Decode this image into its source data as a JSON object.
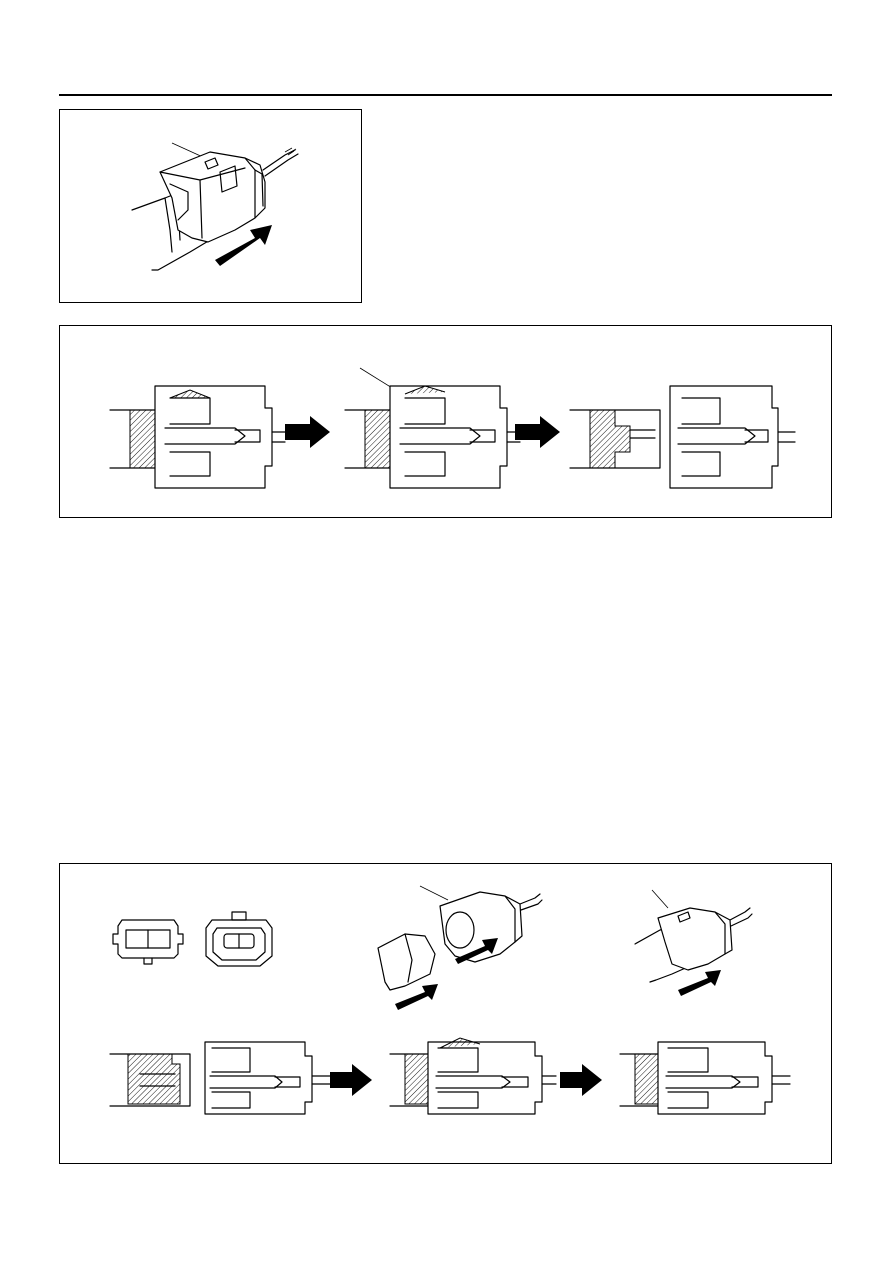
{
  "page": {
    "header_rule": "top-rule"
  },
  "figures": [
    {
      "id": "fig1",
      "content": "connector-disconnect-perspective"
    },
    {
      "id": "fig2",
      "content": "connector-lock-release-sequence"
    },
    {
      "id": "fig3",
      "content": "connector-connection-sequence"
    }
  ],
  "icons": {
    "arrow": "arrow-right-icon",
    "arrow_diag_up": "arrow-diagonal-up-icon",
    "arrow_diag_down": "arrow-diagonal-down-icon"
  },
  "colors": {
    "line": "#000000",
    "background": "#ffffff"
  }
}
